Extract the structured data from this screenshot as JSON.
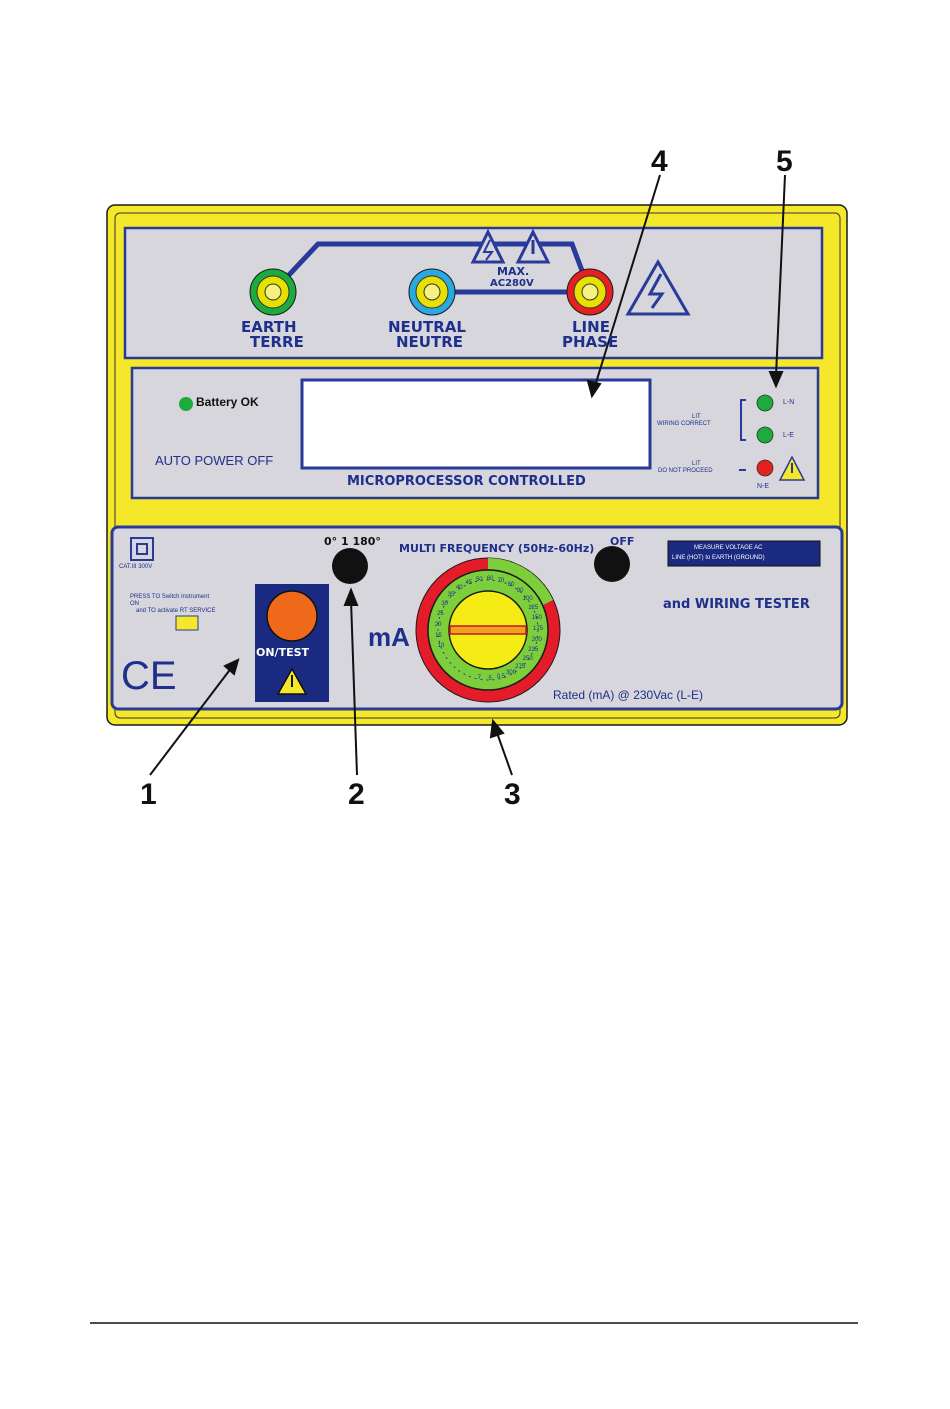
{
  "callouts": [
    "1",
    "2",
    "3",
    "4",
    "5"
  ],
  "terminals": [
    {
      "label_top": "EARTH",
      "label_bottom": "TERRE",
      "color": "#e8e000"
    },
    {
      "label_top": "NEUTRAL",
      "label_bottom": "NEUTRE",
      "color": "#2aa8e0"
    },
    {
      "label_top": "LINE",
      "label_bottom": "PHASE",
      "color": "#e52020"
    }
  ],
  "max_voltage": {
    "line1": "MAX.",
    "line2": "AC280V"
  },
  "display": {
    "battery_label": "Battery  OK",
    "auto_power_off": "AUTO POWER OFF",
    "microprocessor": "MICROPROCESSOR CONTROLLED"
  },
  "indicators": {
    "lit_label_1": "LIT",
    "wiring_correct": "WIRING CORRECT",
    "lit_label_2": "LIT",
    "do_not_proceed": "DO NOT PROCEED",
    "led_ln": "L-N",
    "led_le": "L-E",
    "led_ne": "N-E"
  },
  "controls": {
    "phase_label": "0°  1  180°",
    "multi_frequency": "MULTI  FREQUENCY (50Hz-60Hz)",
    "off_label": "OFF",
    "measure_voltage_line1": "MEASURE VOLTAGE AC",
    "measure_voltage_line2": "LINE  (HOT) to  EARTH (GROUND)",
    "wiring_tester": "and   WIRING TESTER",
    "ma_unit": "mA",
    "rated": "Rated   (mA) @ 230Vac (L-E)",
    "cat_rating": "CAT.III 300V",
    "press_text_1": "PRESS   TO  Switch instrument",
    "press_text_2": "ON",
    "press_text_3": "and   TO  activate RT SERVICE",
    "on_test": "ON/TEST",
    "ce_mark": "CE"
  },
  "dial_scale": [
    "10",
    "15",
    "20",
    "25",
    "30",
    "35",
    "40",
    "45",
    "50",
    "60",
    "70",
    "80",
    "90",
    "100",
    "125",
    "150",
    "175",
    "200",
    "225",
    "250",
    "275",
    "300",
    "0.5",
    "5",
    "7"
  ],
  "colors": {
    "case_yellow": "#f5e82a",
    "panel_grey": "#d6d6dc",
    "panel_border": "#2a3a9a",
    "led_green": "#1cab3c",
    "led_red": "#e52020",
    "button_orange": "#ee6a1a",
    "dial_yellow": "#f4ec14",
    "dial_green": "#7ccf3a",
    "dial_red": "#e41c2a",
    "label_navy": "#1e2f8c"
  }
}
